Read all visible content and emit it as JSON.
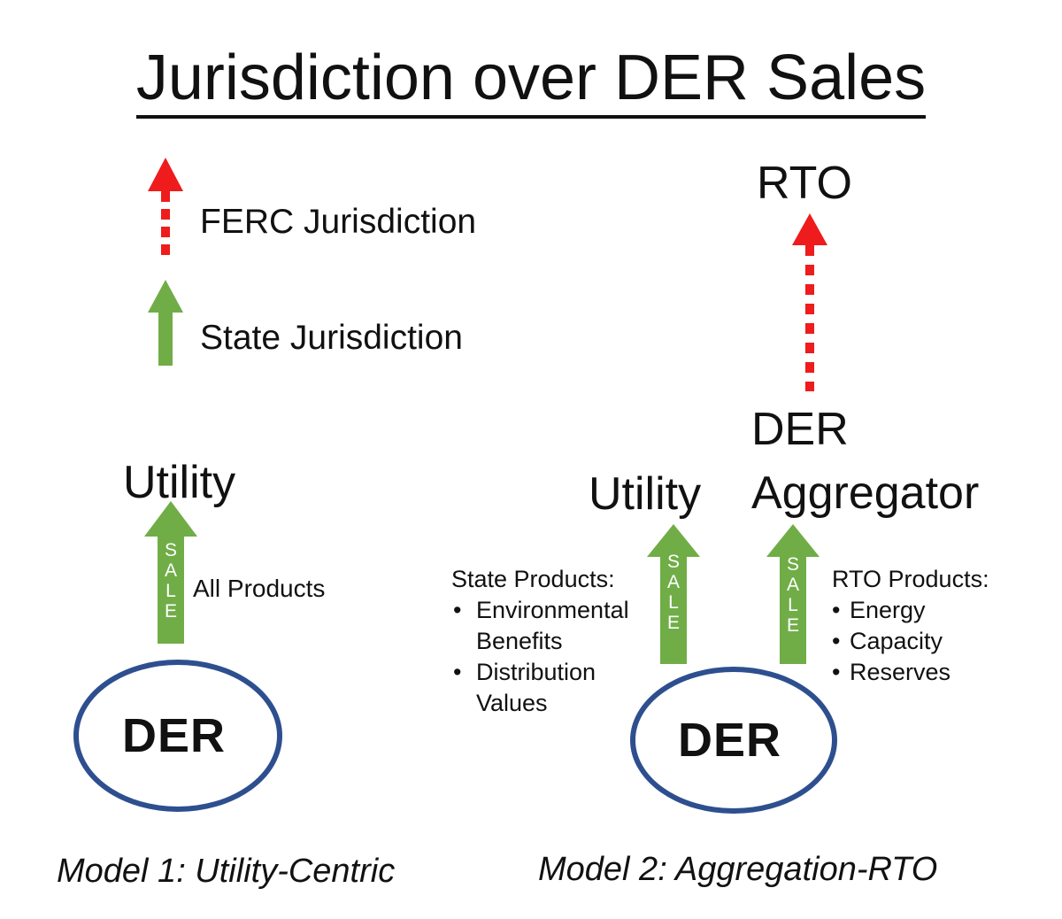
{
  "title": "Jurisdiction over DER Sales",
  "legend": {
    "ferc_label": "FERC Jurisdiction",
    "state_label": "State Jurisdiction",
    "ferc_color": "#ee1c1c",
    "state_color": "#70ad47"
  },
  "model1": {
    "utility": "Utility",
    "der": "DER",
    "sale_letters": [
      "S",
      "A",
      "L",
      "E"
    ],
    "products_label": "All Products",
    "caption": "Model 1: Utility-Centric"
  },
  "model2": {
    "rto": "RTO",
    "aggregator_line1": "DER",
    "aggregator_line2": "Aggregator",
    "utility": "Utility",
    "der": "DER",
    "sale_letters_left": [
      "S",
      "A",
      "L",
      "E"
    ],
    "sale_letters_right": [
      "S",
      "A",
      "L",
      "E"
    ],
    "state_products": {
      "heading": "State Products:",
      "items": [
        "Environmental Benefits",
        "Distribution Values"
      ],
      "item1_line1": "Environmental",
      "item1_line2": "Benefits",
      "item2_line1": "Distribution",
      "item2_line2": "Values"
    },
    "rto_products": {
      "heading": "RTO Products:",
      "items": [
        "Energy",
        "Capacity",
        "Reserves"
      ]
    },
    "caption": "Model 2: Aggregation-RTO"
  },
  "der_ellipse_color": "#2e4f8f"
}
